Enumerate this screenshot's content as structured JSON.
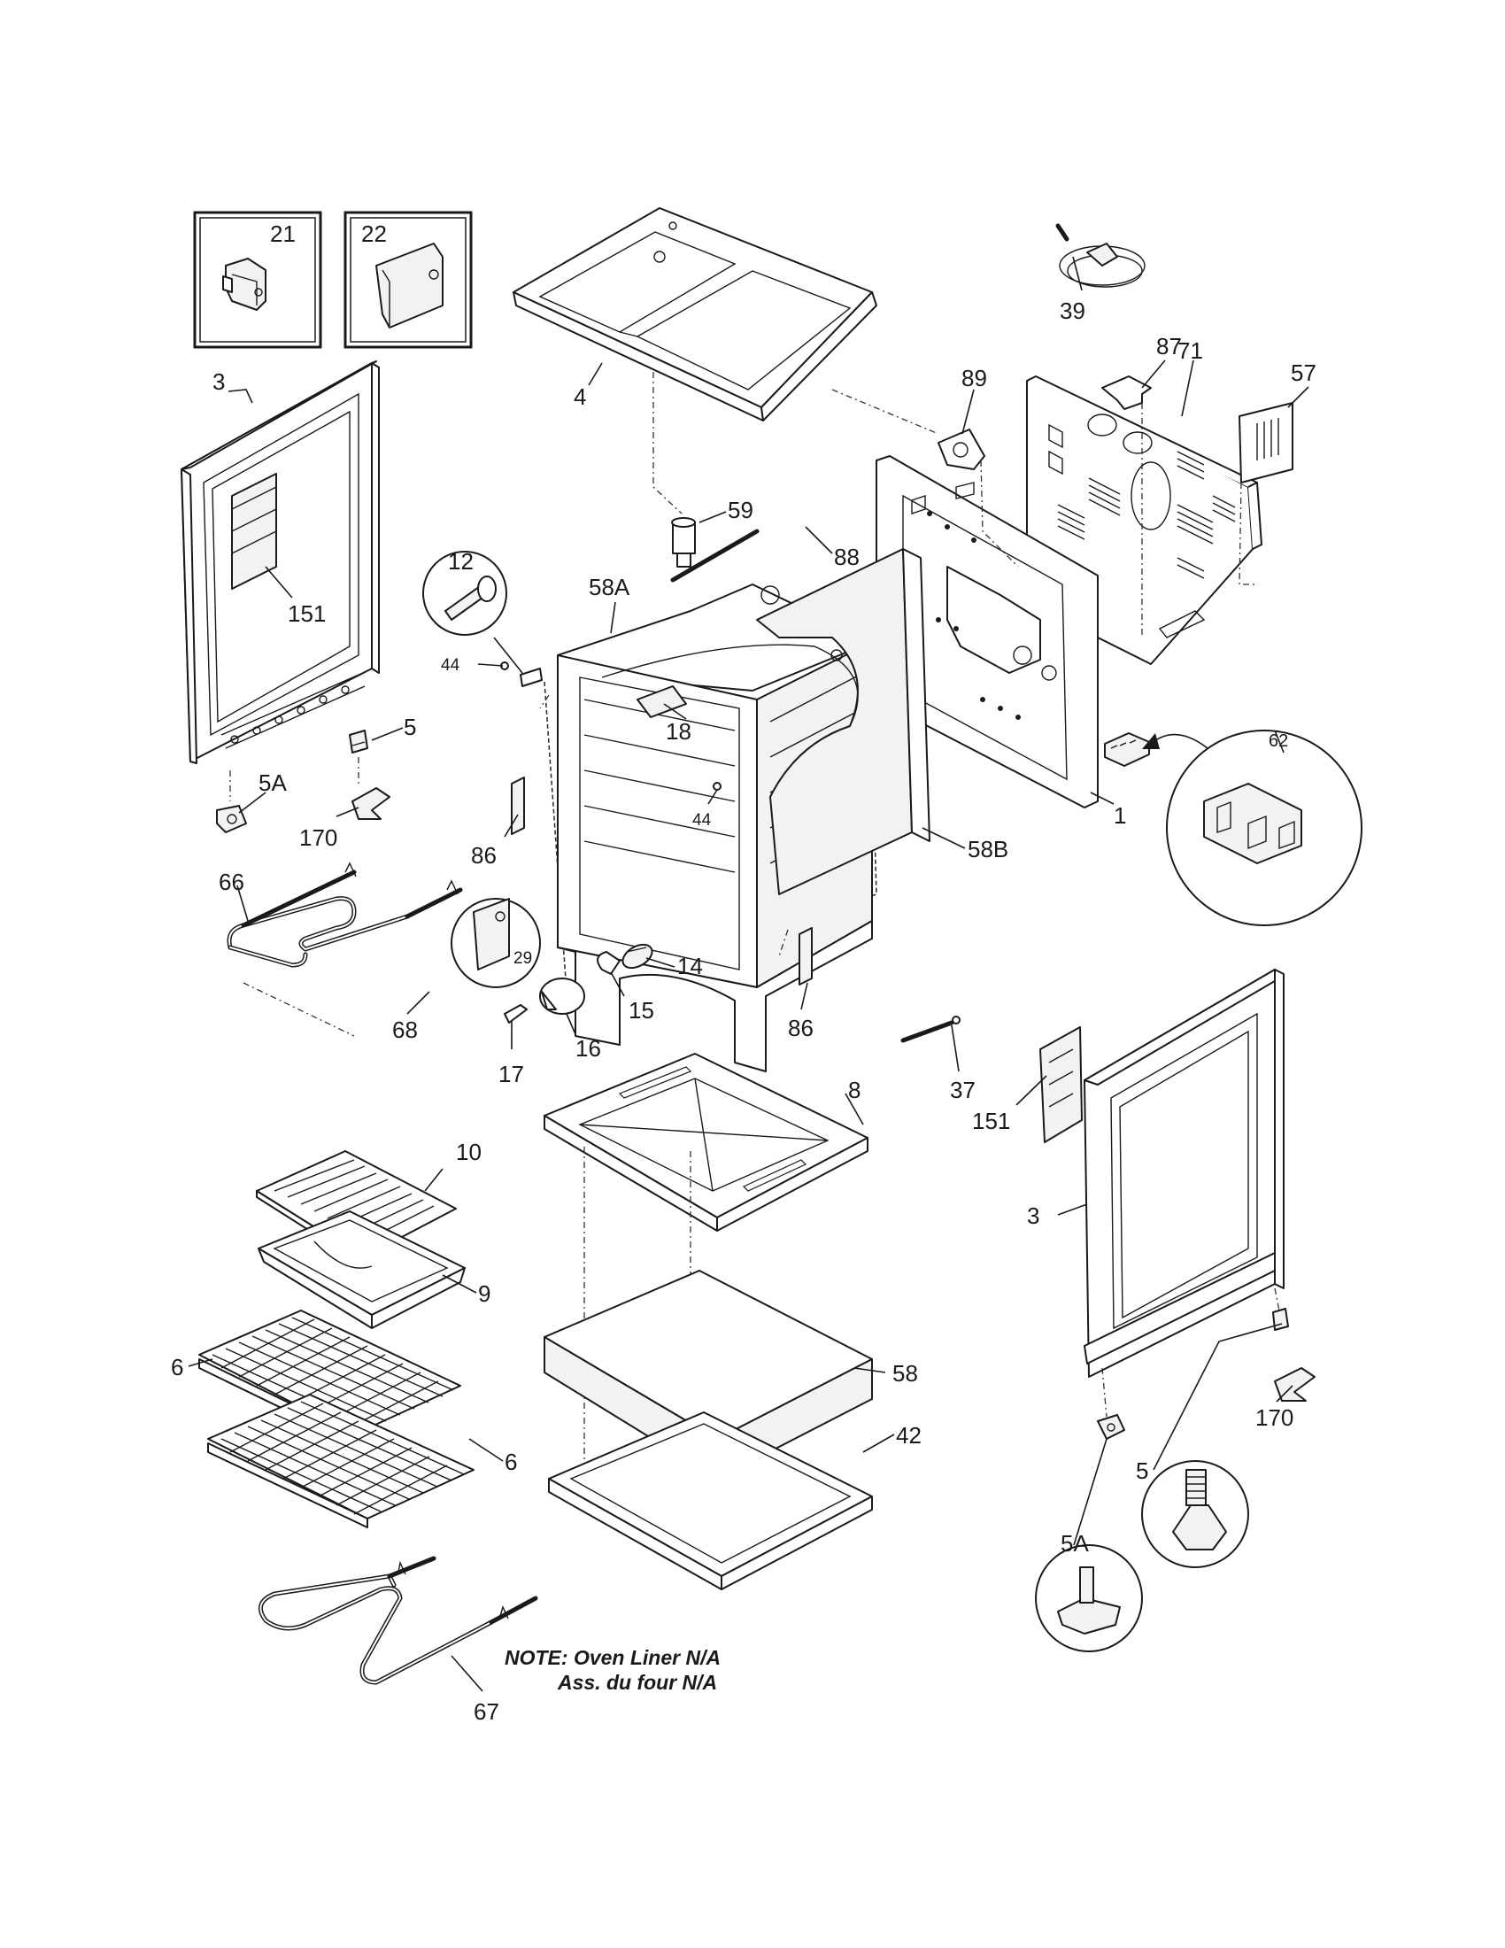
{
  "labels": {
    "p21": "21",
    "p22": "22",
    "p3_left": "3",
    "p4": "4",
    "p39": "39",
    "p87": "87",
    "p89": "89",
    "p57": "57",
    "p71": "71",
    "p59": "59",
    "p88": "88",
    "p12": "12",
    "p58a": "58A",
    "p44_left": "44",
    "p44_right": "44",
    "p18": "18",
    "p151_left": "151",
    "p5_left": "5",
    "p5a_left": "5A",
    "p170_left": "170",
    "p86_left": "86",
    "p58b": "58B",
    "p1": "1",
    "p62": "62",
    "p66": "66",
    "p29": "29",
    "p14": "14",
    "p15": "15",
    "p68": "68",
    "p16": "16",
    "p86_right": "86",
    "p17": "17",
    "p37": "37",
    "p8": "8",
    "p151_right": "151",
    "p10": "10",
    "p3_right": "3",
    "p9": "9",
    "p6_upper": "6",
    "p58": "58",
    "p6_lower": "6",
    "p42": "42",
    "p5_right": "5",
    "p170_right": "170",
    "p5a_right": "5A",
    "p67": "67"
  },
  "note": {
    "line1": "NOTE: Oven Liner N/A",
    "line2": "Ass. du four N/A"
  }
}
